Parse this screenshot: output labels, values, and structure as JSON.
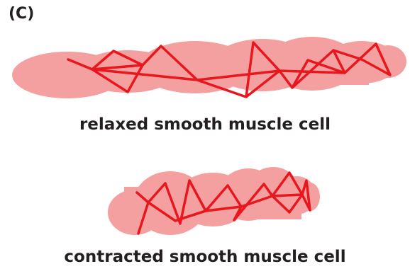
{
  "panel": {
    "label": "(C)"
  },
  "captions": {
    "relaxed": "relaxed smooth muscle cell",
    "contracted": "contracted smooth muscle cell"
  },
  "colors": {
    "cell_fill": "#f4a0a0",
    "filament_stroke": "#e8161d",
    "text": "#231f20"
  }
}
